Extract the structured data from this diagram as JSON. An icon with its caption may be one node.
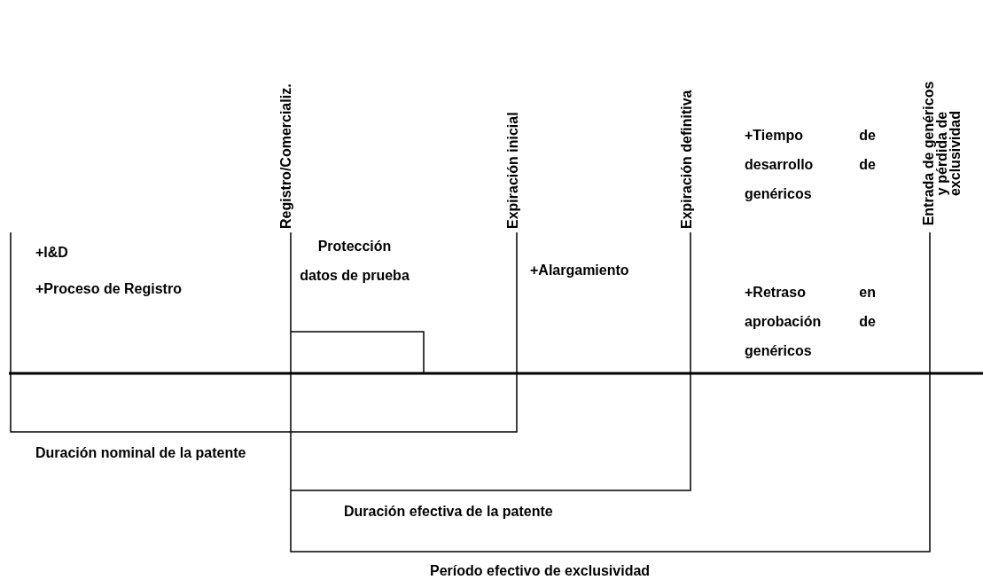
{
  "diagram": {
    "labels": [
      "Registro/Comercializ.",
      "Expiración inicial",
      "Expiración definitiva",
      "Entrada de genéricos y pérdida de exclusividad",
      "+I&D",
      "+Proceso de Registro",
      "Protección datos de prueba",
      "+Alargamiento",
      "+Tiempo de desarrollo de genéricos",
      "+Retraso en aprobación de genéricos",
      "Duración nominal de la patente",
      "Duración efectiva de la patente",
      "Período efectivo de exclusividad"
    ]
  }
}
